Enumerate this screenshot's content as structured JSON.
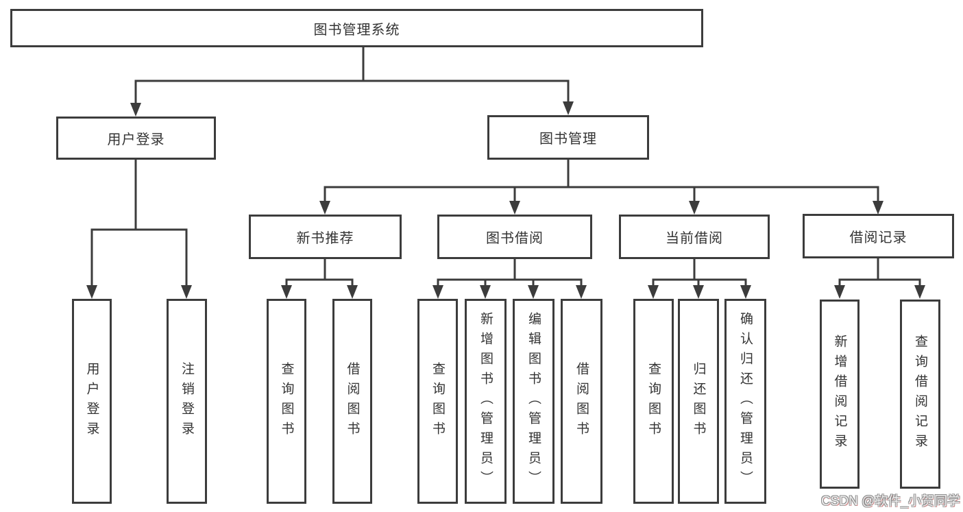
{
  "tree": {
    "root": "图书管理系统",
    "children": [
      {
        "label": "用户登录",
        "children": [
          "用户登录",
          "注销登录"
        ]
      },
      {
        "label": "图书管理",
        "children": [
          {
            "label": "新书推荐",
            "children": [
              "查询图书",
              "借阅图书"
            ]
          },
          {
            "label": "图书借阅",
            "children": [
              "查询图书",
              "新增图书（管理员）",
              "编辑图书（管理员）",
              "借阅图书"
            ]
          },
          {
            "label": "当前借阅",
            "children": [
              "查询图书",
              "归还图书",
              "确认归还（管理员）"
            ]
          },
          {
            "label": "借阅记录",
            "children": [
              "新增借阅记录",
              "查询借阅记录"
            ]
          }
        ]
      }
    ]
  },
  "watermark": {
    "text": "CSDN @软件_小贺同学"
  },
  "colors": {
    "line": "#3c3c3c",
    "text": "#333333",
    "background": "#ffffff"
  }
}
